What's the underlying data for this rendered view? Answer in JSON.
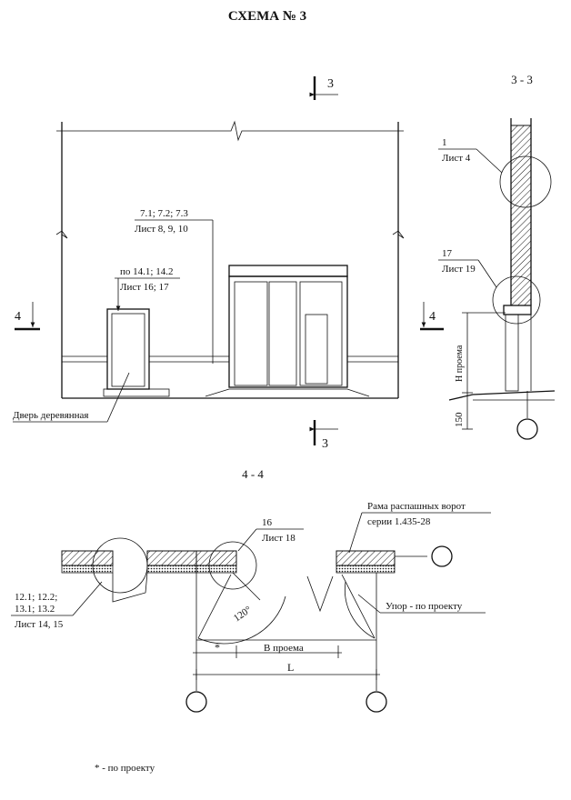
{
  "title": "СХЕМА № 3",
  "elevation": {
    "section_mark": "3",
    "cut_mark_left": "4",
    "cut_mark_right": "4",
    "callout_gate": {
      "line1": "7.1; 7.2; 7.3",
      "line2": "Лист 8, 9, 10"
    },
    "callout_door": {
      "line1": "по 14.1; 14.2",
      "line2": "Лист 16; 17"
    },
    "door_label": "Дверь деревянная"
  },
  "section_3_3": {
    "title": "3 - 3",
    "callout_top": {
      "line1": "1",
      "line2": "Лист 4"
    },
    "callout_bottom": {
      "line1": "17",
      "line2": "Лист 19"
    },
    "height_label": "Н проема",
    "dim_150": "150"
  },
  "plan_4_4": {
    "title": "4 - 4",
    "callout_16": {
      "line1": "16",
      "line2": "Лист 18"
    },
    "callout_frame": {
      "line1": "Рама распашных ворот",
      "line2": "серии 1.435-28"
    },
    "callout_left": {
      "line1": "12.1; 12.2;",
      "line2": "13.1; 13.2",
      "line3": "Лист 14, 15"
    },
    "angle": "120°",
    "stop_label": "Упор - по проекту",
    "star": "*",
    "dim_opening": "В проема",
    "dim_L": "L"
  },
  "footnote": "* - по проекту"
}
